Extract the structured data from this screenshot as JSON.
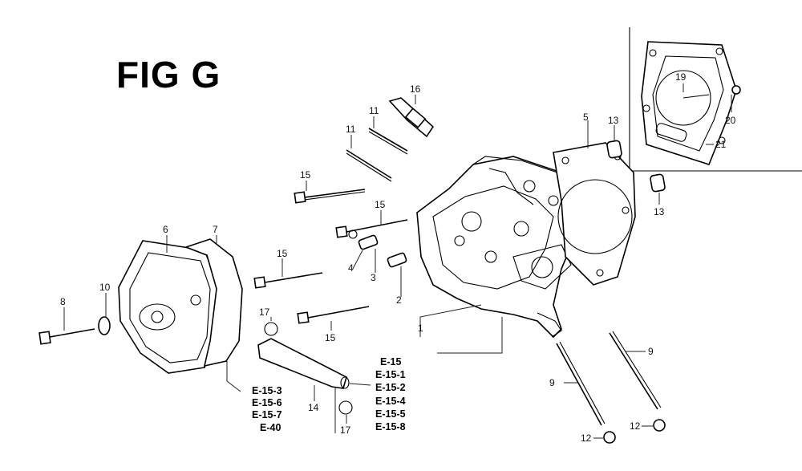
{
  "figure": {
    "title": "FIG G"
  },
  "callouts": [
    {
      "id": "c1",
      "label": "1"
    },
    {
      "id": "c2",
      "label": "2"
    },
    {
      "id": "c3",
      "label": "3"
    },
    {
      "id": "c4",
      "label": "4"
    },
    {
      "id": "c5",
      "label": "5"
    },
    {
      "id": "c6",
      "label": "6"
    },
    {
      "id": "c7",
      "label": "7"
    },
    {
      "id": "c8",
      "label": "8"
    },
    {
      "id": "c9a",
      "label": "9"
    },
    {
      "id": "c9b",
      "label": "9"
    },
    {
      "id": "c10",
      "label": "10"
    },
    {
      "id": "c11a",
      "label": "11"
    },
    {
      "id": "c11b",
      "label": "11"
    },
    {
      "id": "c12a",
      "label": "12"
    },
    {
      "id": "c12b",
      "label": "12"
    },
    {
      "id": "c13a",
      "label": "13"
    },
    {
      "id": "c13b",
      "label": "13"
    },
    {
      "id": "c14",
      "label": "14"
    },
    {
      "id": "c15a",
      "label": "15"
    },
    {
      "id": "c15b",
      "label": "15"
    },
    {
      "id": "c15c",
      "label": "15"
    },
    {
      "id": "c15d",
      "label": "15"
    },
    {
      "id": "c16",
      "label": "16"
    },
    {
      "id": "c17a",
      "label": "17"
    },
    {
      "id": "c17b",
      "label": "17"
    },
    {
      "id": "c19",
      "label": "19"
    },
    {
      "id": "c20",
      "label": "20"
    },
    {
      "id": "c21",
      "label": "21"
    }
  ],
  "ref_groups": {
    "left": [
      "E-15-3",
      "E-15-6",
      "E-15-7",
      "E-40"
    ],
    "right": [
      "E-15",
      "E-15-1",
      "E-15-2",
      "E-15-4",
      "E-15-5",
      "E-15-8"
    ]
  }
}
